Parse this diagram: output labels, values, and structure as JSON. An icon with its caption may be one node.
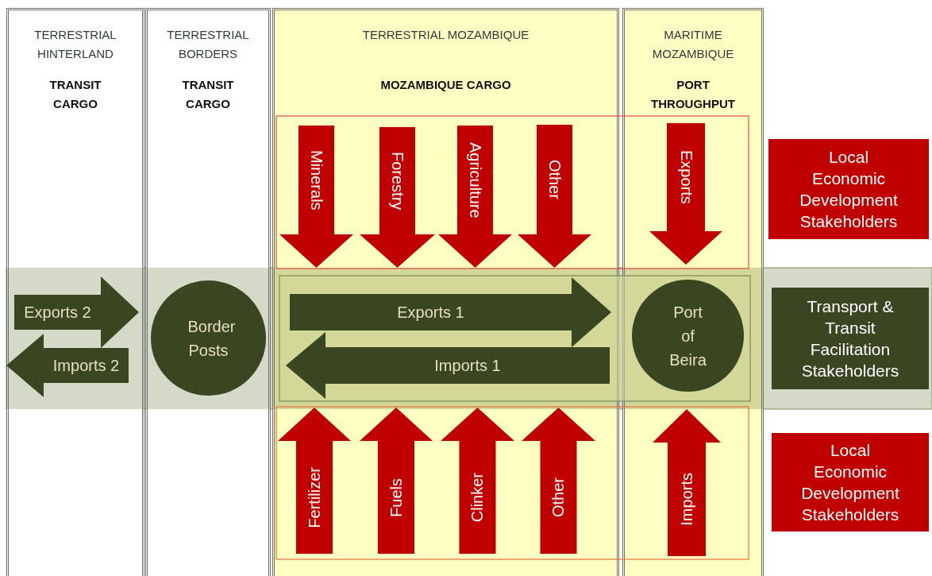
{
  "diagram": {
    "nodes": [
      {
        "text": [
          "TERRESTRIAL HINTERLAND",
          "TRANSIT CARGO"
        ]
      },
      {
        "text": [
          "Exports 2"
        ],
        "in": 0
      },
      {
        "text": [
          "Imports 2"
        ],
        "in": 0
      },
      {
        "text": [
          "TERRESTRIAL BORDERS",
          "TRANSIT CARGO"
        ]
      },
      {
        "text": [
          "Border Posts"
        ],
        "in": 3
      },
      {
        "text": [
          "TERRESTRIAL MOZAMBIQUE",
          "MOZAMBIQUE CARGO"
        ]
      },
      {
        "text": [
          "Minerals"
        ],
        "in": 5
      },
      {
        "text": [
          "Forestry"
        ],
        "in": 5
      },
      {
        "text": [
          "Agriculture"
        ],
        "in": 5
      },
      {
        "text": [
          "Other"
        ],
        "in": 5
      },
      {
        "text": [
          "Exports 1"
        ],
        "in": 5
      },
      {
        "text": [
          "Imports 1"
        ],
        "in": 5
      },
      {
        "text": [
          "Fertilizer"
        ],
        "in": 5
      },
      {
        "text": [
          "Fuels"
        ],
        "in": 5
      },
      {
        "text": [
          "Clinker"
        ],
        "in": 5
      },
      {
        "text": [
          "Other"
        ],
        "in": 5
      },
      {
        "text": [
          "MARITIME MOZAMBIQUE",
          "PORT THROUGHPUT"
        ]
      },
      {
        "text": [
          "Exports"
        ],
        "in": 16
      },
      {
        "text": [
          "Port of Beira"
        ],
        "in": 16
      },
      {
        "text": [
          "Imports"
        ],
        "in": 16
      },
      {
        "text": [
          "Local Economic Development Stakeholders"
        ]
      },
      {
        "text": [
          "Transport & Transit Facilitation Stakeholders"
        ]
      },
      {
        "text": [
          "Local Economic Development Stakeholders"
        ]
      }
    ]
  }
}
